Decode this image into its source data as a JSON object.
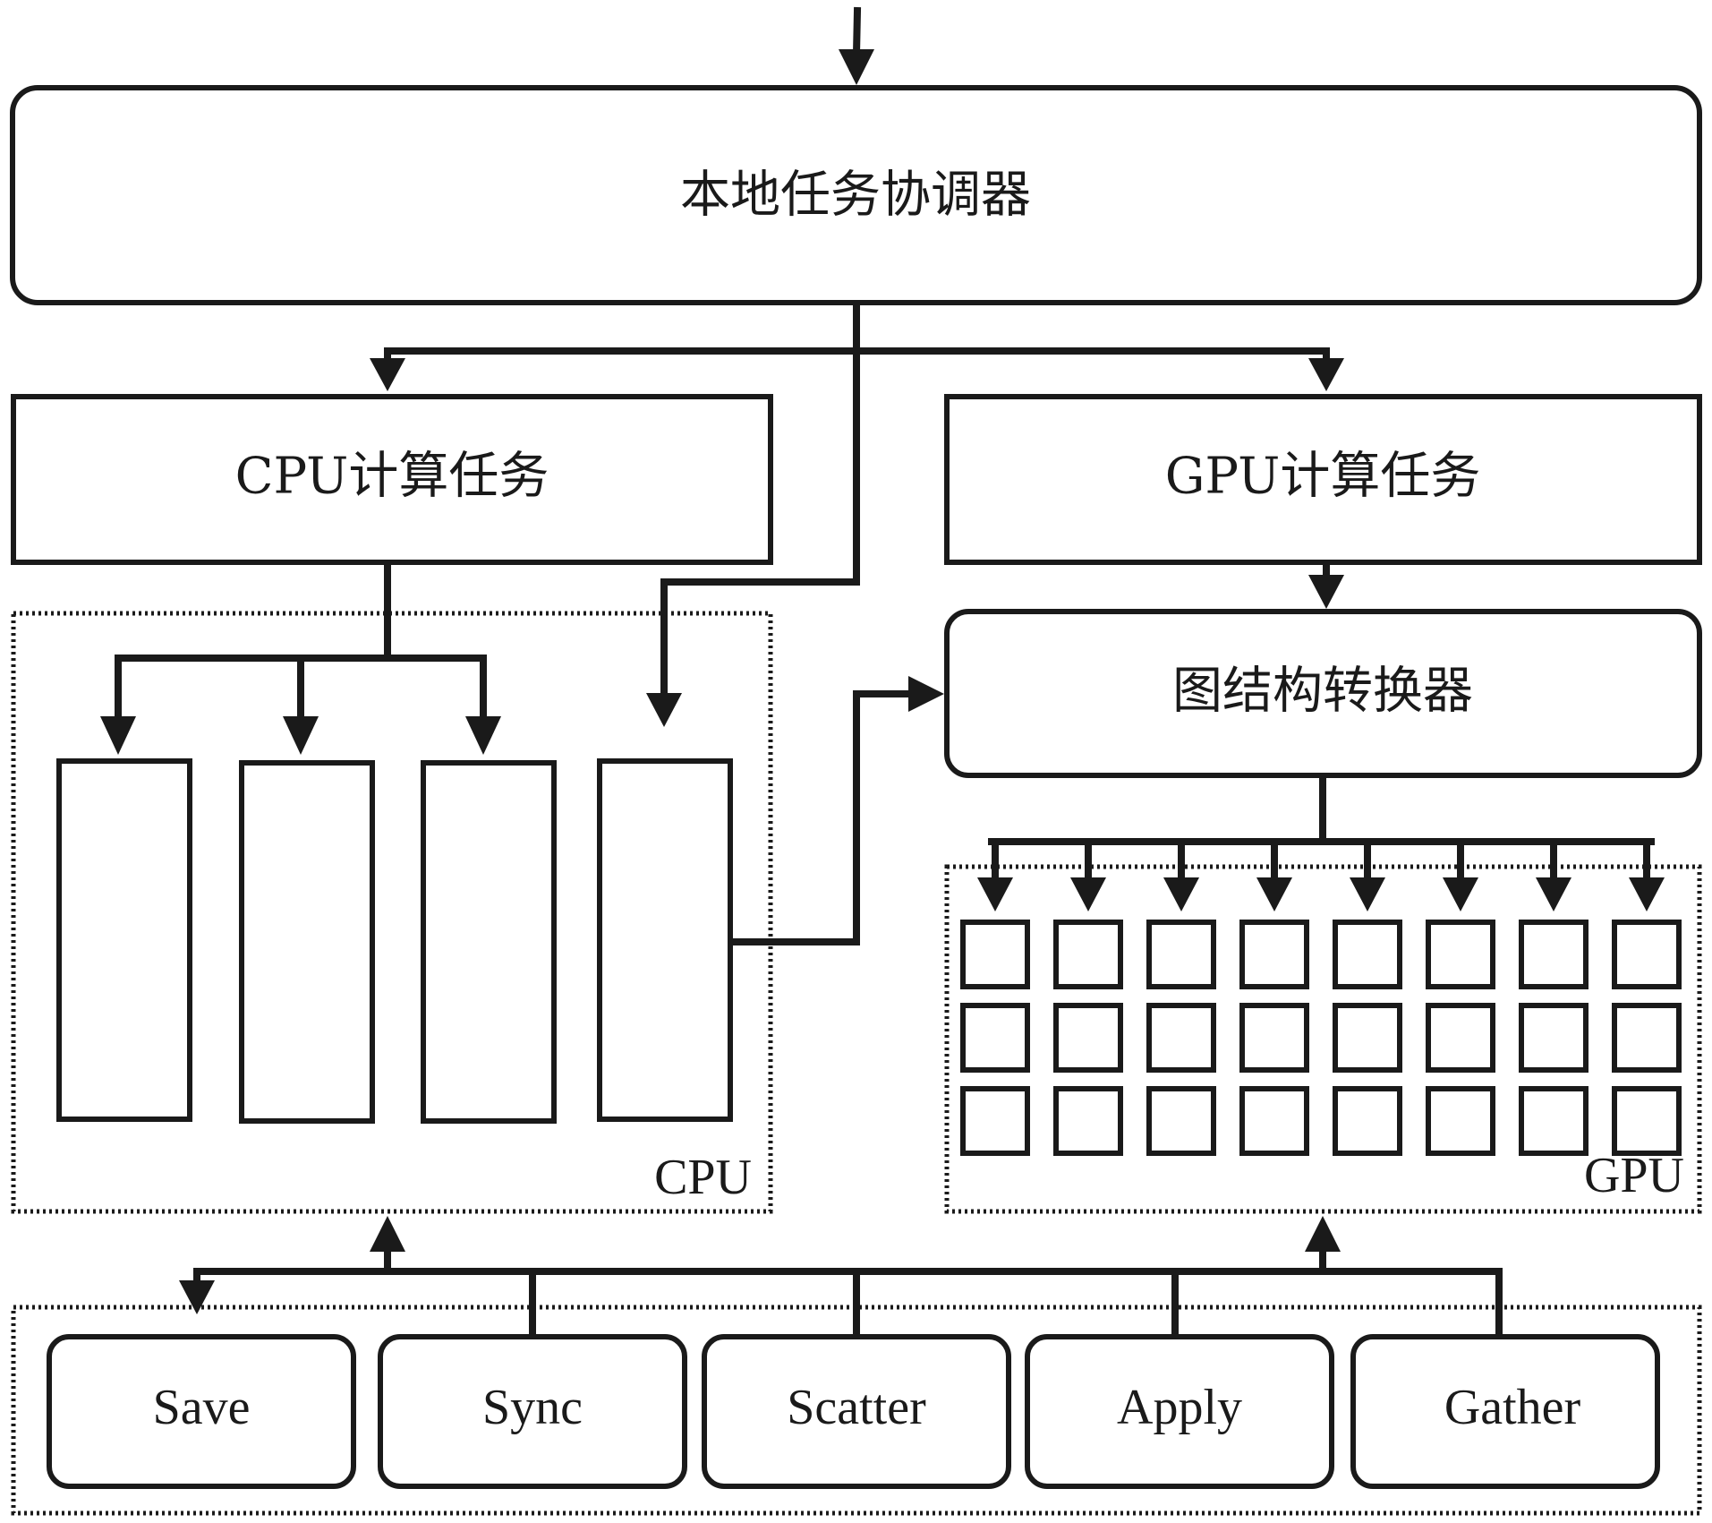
{
  "coordinator": {
    "label": "本地任务协调器"
  },
  "cpu_task": {
    "label": "CPU计算任务"
  },
  "gpu_task": {
    "label": "GPU计算任务"
  },
  "graph_converter": {
    "label": "图结构转换器"
  },
  "cpu_group": {
    "label": "CPU"
  },
  "gpu_group": {
    "label": "GPU"
  },
  "operations": [
    {
      "label": "Save"
    },
    {
      "label": "Sync"
    },
    {
      "label": "Scatter"
    },
    {
      "label": "Apply"
    },
    {
      "label": "Gather"
    }
  ]
}
